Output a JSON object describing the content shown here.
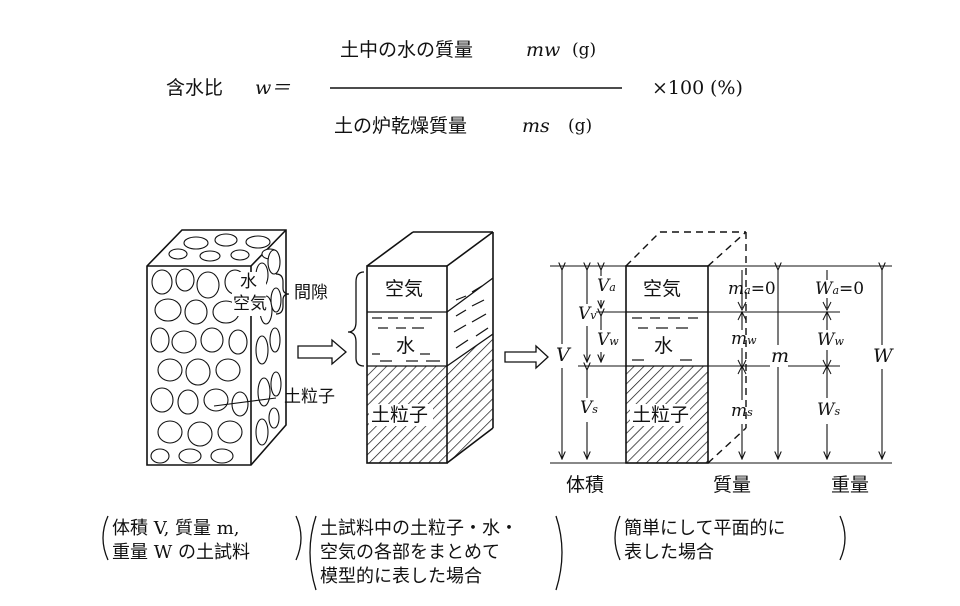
{
  "formula": {
    "lhs_label": "含水比",
    "lhs_var": "w＝",
    "numerator_text": "土中の水の質量",
    "numerator_var": "mw",
    "numerator_unit": "(g)",
    "denominator_text": "土の炉乾燥質量",
    "denominator_var": "ms",
    "denominator_unit": "(g)",
    "multiplier": "×100",
    "percent_unit": "(%)"
  },
  "fig1": {
    "water_label": "水",
    "air_label": "空気",
    "pore_label": "間隙",
    "particle_label": "土粒子",
    "caption_line1": "体積 V, 質量 m,",
    "caption_line2": "重量 W の土試料"
  },
  "fig2": {
    "air_label": "空気",
    "water_label": "水",
    "particle_label": "土粒子",
    "caption_line1": "土試料中の土粒子・水・",
    "caption_line2": "空気の各部をまとめて",
    "caption_line3": "模型的に表した場合"
  },
  "fig3": {
    "air_label": "空気",
    "water_label": "水",
    "particle_label": "土粒子",
    "V": "V",
    "Vv": "V",
    "Vv_sub": "v",
    "Va": "V",
    "Va_sub": "a",
    "Vw": "V",
    "Vw_sub": "w",
    "Vs": "V",
    "Vs_sub": "s",
    "ma": "m",
    "ma_sub": "a",
    "ma_eq": "=0",
    "mw": "m",
    "mw_sub": "w",
    "ms": "m",
    "ms_sub": "s",
    "m": "m",
    "Wa": "W",
    "Wa_sub": "a",
    "Wa_eq": "=0",
    "Ww": "W",
    "Ww_sub": "w",
    "Ws": "W",
    "Ws_sub": "s",
    "W": "W",
    "volume_label": "体積",
    "mass_label": "質量",
    "weight_label": "重量",
    "caption_line1": "簡単にして平面的に",
    "caption_line2": "表した場合"
  }
}
